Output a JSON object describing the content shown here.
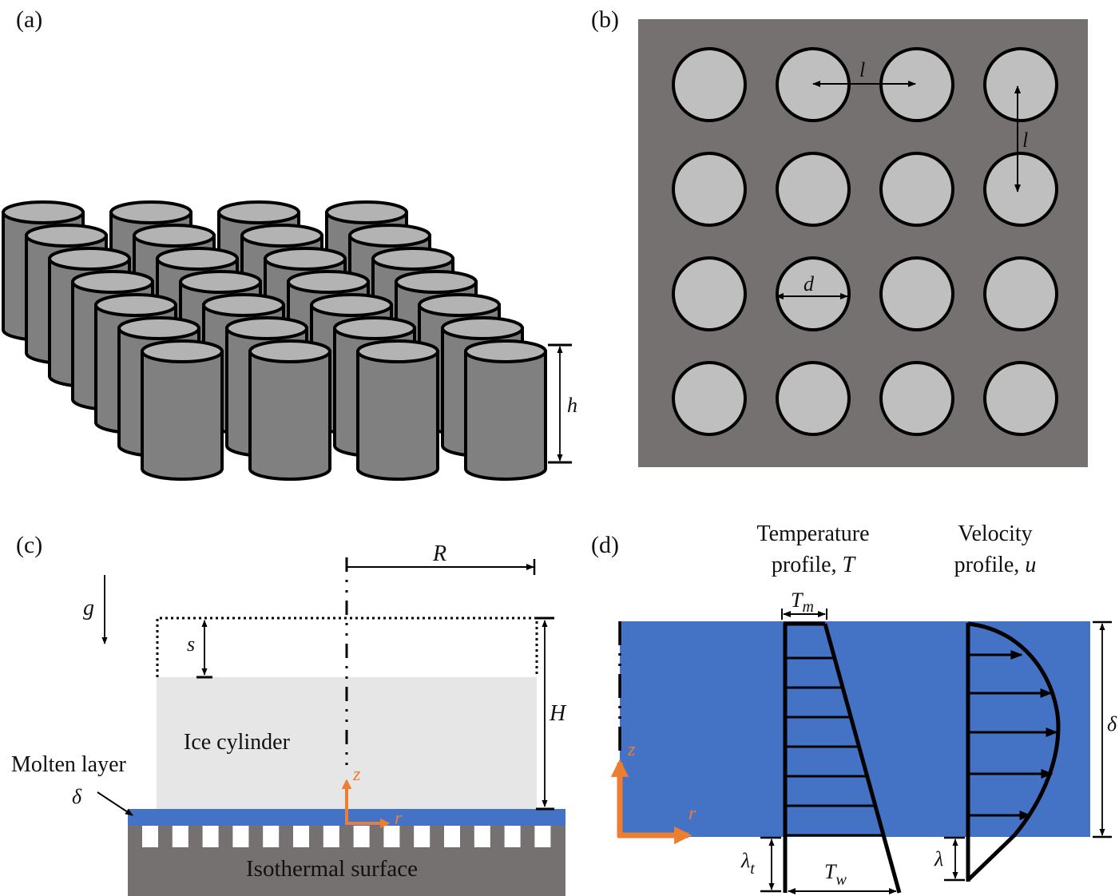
{
  "colors": {
    "cylinder_side": "#808080",
    "cylinder_top": "#b3b3b3",
    "plate": "#757170",
    "pillar_top": "#bfbfbf",
    "ice": "#e6e6e6",
    "molten": "#4472c4",
    "substrate": "#757170",
    "axes": "#ed7d31",
    "stroke": "#000000"
  },
  "panel_a": {
    "tag": "(a)",
    "rows": 7,
    "cols": 4,
    "height_label": "h"
  },
  "panel_b": {
    "tag": "(b)",
    "rows": 4,
    "cols": 4,
    "spacing_label_h": "l",
    "spacing_label_v": "l",
    "diameter_label": "d"
  },
  "panel_c": {
    "tag": "(c)",
    "gravity_label": "g",
    "radius_label": "R",
    "height_label": "H",
    "melt_label": "s",
    "ice_label": "Ice cylinder",
    "molten_label": "Molten layer",
    "delta_label": "δ",
    "surface_label": "Isothermal surface",
    "axis_z": "z",
    "axis_r": "r",
    "groove_count": 14
  },
  "panel_d": {
    "tag": "(d)",
    "temp_title_1": "Temperature",
    "temp_title_2": "profile, ",
    "temp_title_var": "T",
    "vel_title_1": "Velocity",
    "vel_title_2": "profile, ",
    "vel_title_var": "u",
    "tm_label": "T",
    "tm_sub": "m",
    "tw_label": "T",
    "tw_sub": "w",
    "lambda_t_label": "λ",
    "lambda_t_sub": "t",
    "lambda_label": "λ",
    "delta_label": "δ",
    "axis_z": "z",
    "axis_r": "r",
    "temp_arrow_count": 7,
    "vel_arrow_count": 5
  }
}
